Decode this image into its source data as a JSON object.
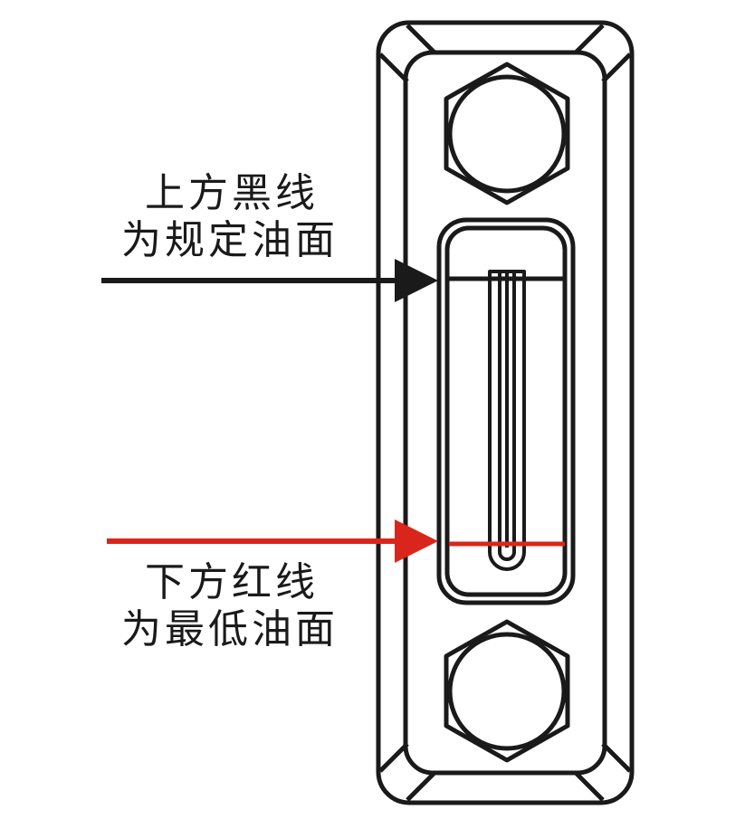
{
  "diagram": {
    "title": "Oil level gauge indicator diagram",
    "labels": {
      "upper_line_1": "上方黑线",
      "upper_line_2": "为规定油面",
      "lower_line_1": "下方红线",
      "lower_line_2": "为最低油面"
    },
    "colors": {
      "outline": "#1a1a1a",
      "upper_arrow": "#1a1a1a",
      "lower_arrow": "#d9261c",
      "red_line": "#d9261c",
      "background": "#ffffff"
    },
    "icons": {
      "top_bolt": "hex-bolt-icon",
      "bottom_bolt": "hex-bolt-icon",
      "upper_arrow": "arrow-right-icon",
      "lower_arrow": "arrow-right-icon"
    }
  }
}
